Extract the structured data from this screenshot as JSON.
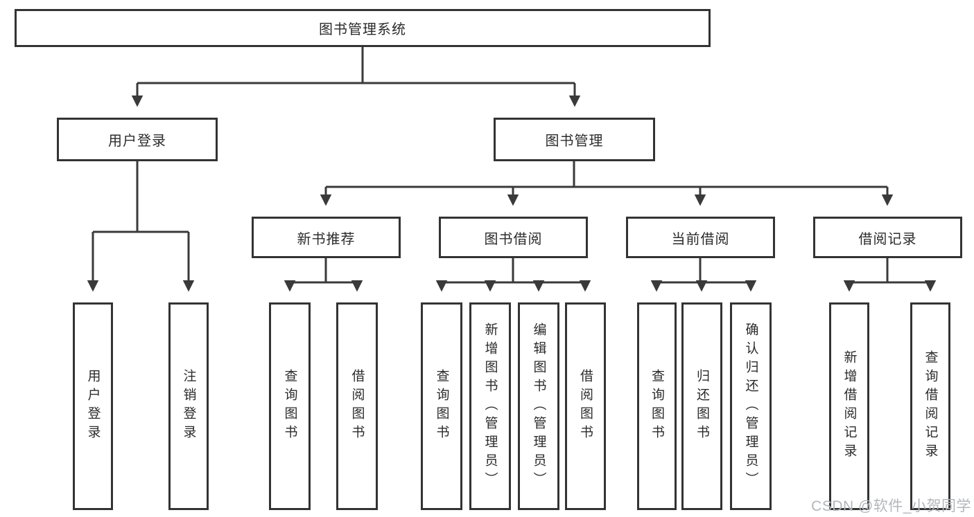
{
  "diagram": {
    "type": "tree",
    "watermark": "CSDN @软件_小贺同学",
    "colors": {
      "line": "#3a3a3a",
      "box_border": "#333333",
      "text": "#2b2b2b",
      "watermark": "#b3b6bb",
      "background": "#ffffff"
    },
    "root": {
      "label": "图书管理系统",
      "children": [
        {
          "label": "用户登录",
          "children": [
            {
              "label": "用户登录"
            },
            {
              "label": "注销登录"
            }
          ]
        },
        {
          "label": "图书管理",
          "children": [
            {
              "label": "新书推荐",
              "children": [
                {
                  "label": "查询图书"
                },
                {
                  "label": "借阅图书"
                }
              ]
            },
            {
              "label": "图书借阅",
              "children": [
                {
                  "label": "查询图书"
                },
                {
                  "label": "新增图书（管理员）"
                },
                {
                  "label": "编辑图书（管理员）"
                },
                {
                  "label": "借阅图书"
                }
              ]
            },
            {
              "label": "当前借阅",
              "children": [
                {
                  "label": "查询图书"
                },
                {
                  "label": "归还图书"
                },
                {
                  "label": "确认归还（管理员）"
                }
              ]
            },
            {
              "label": "借阅记录",
              "children": [
                {
                  "label": "新增借阅记录"
                },
                {
                  "label": "查询借阅记录"
                }
              ]
            }
          ]
        }
      ]
    }
  }
}
